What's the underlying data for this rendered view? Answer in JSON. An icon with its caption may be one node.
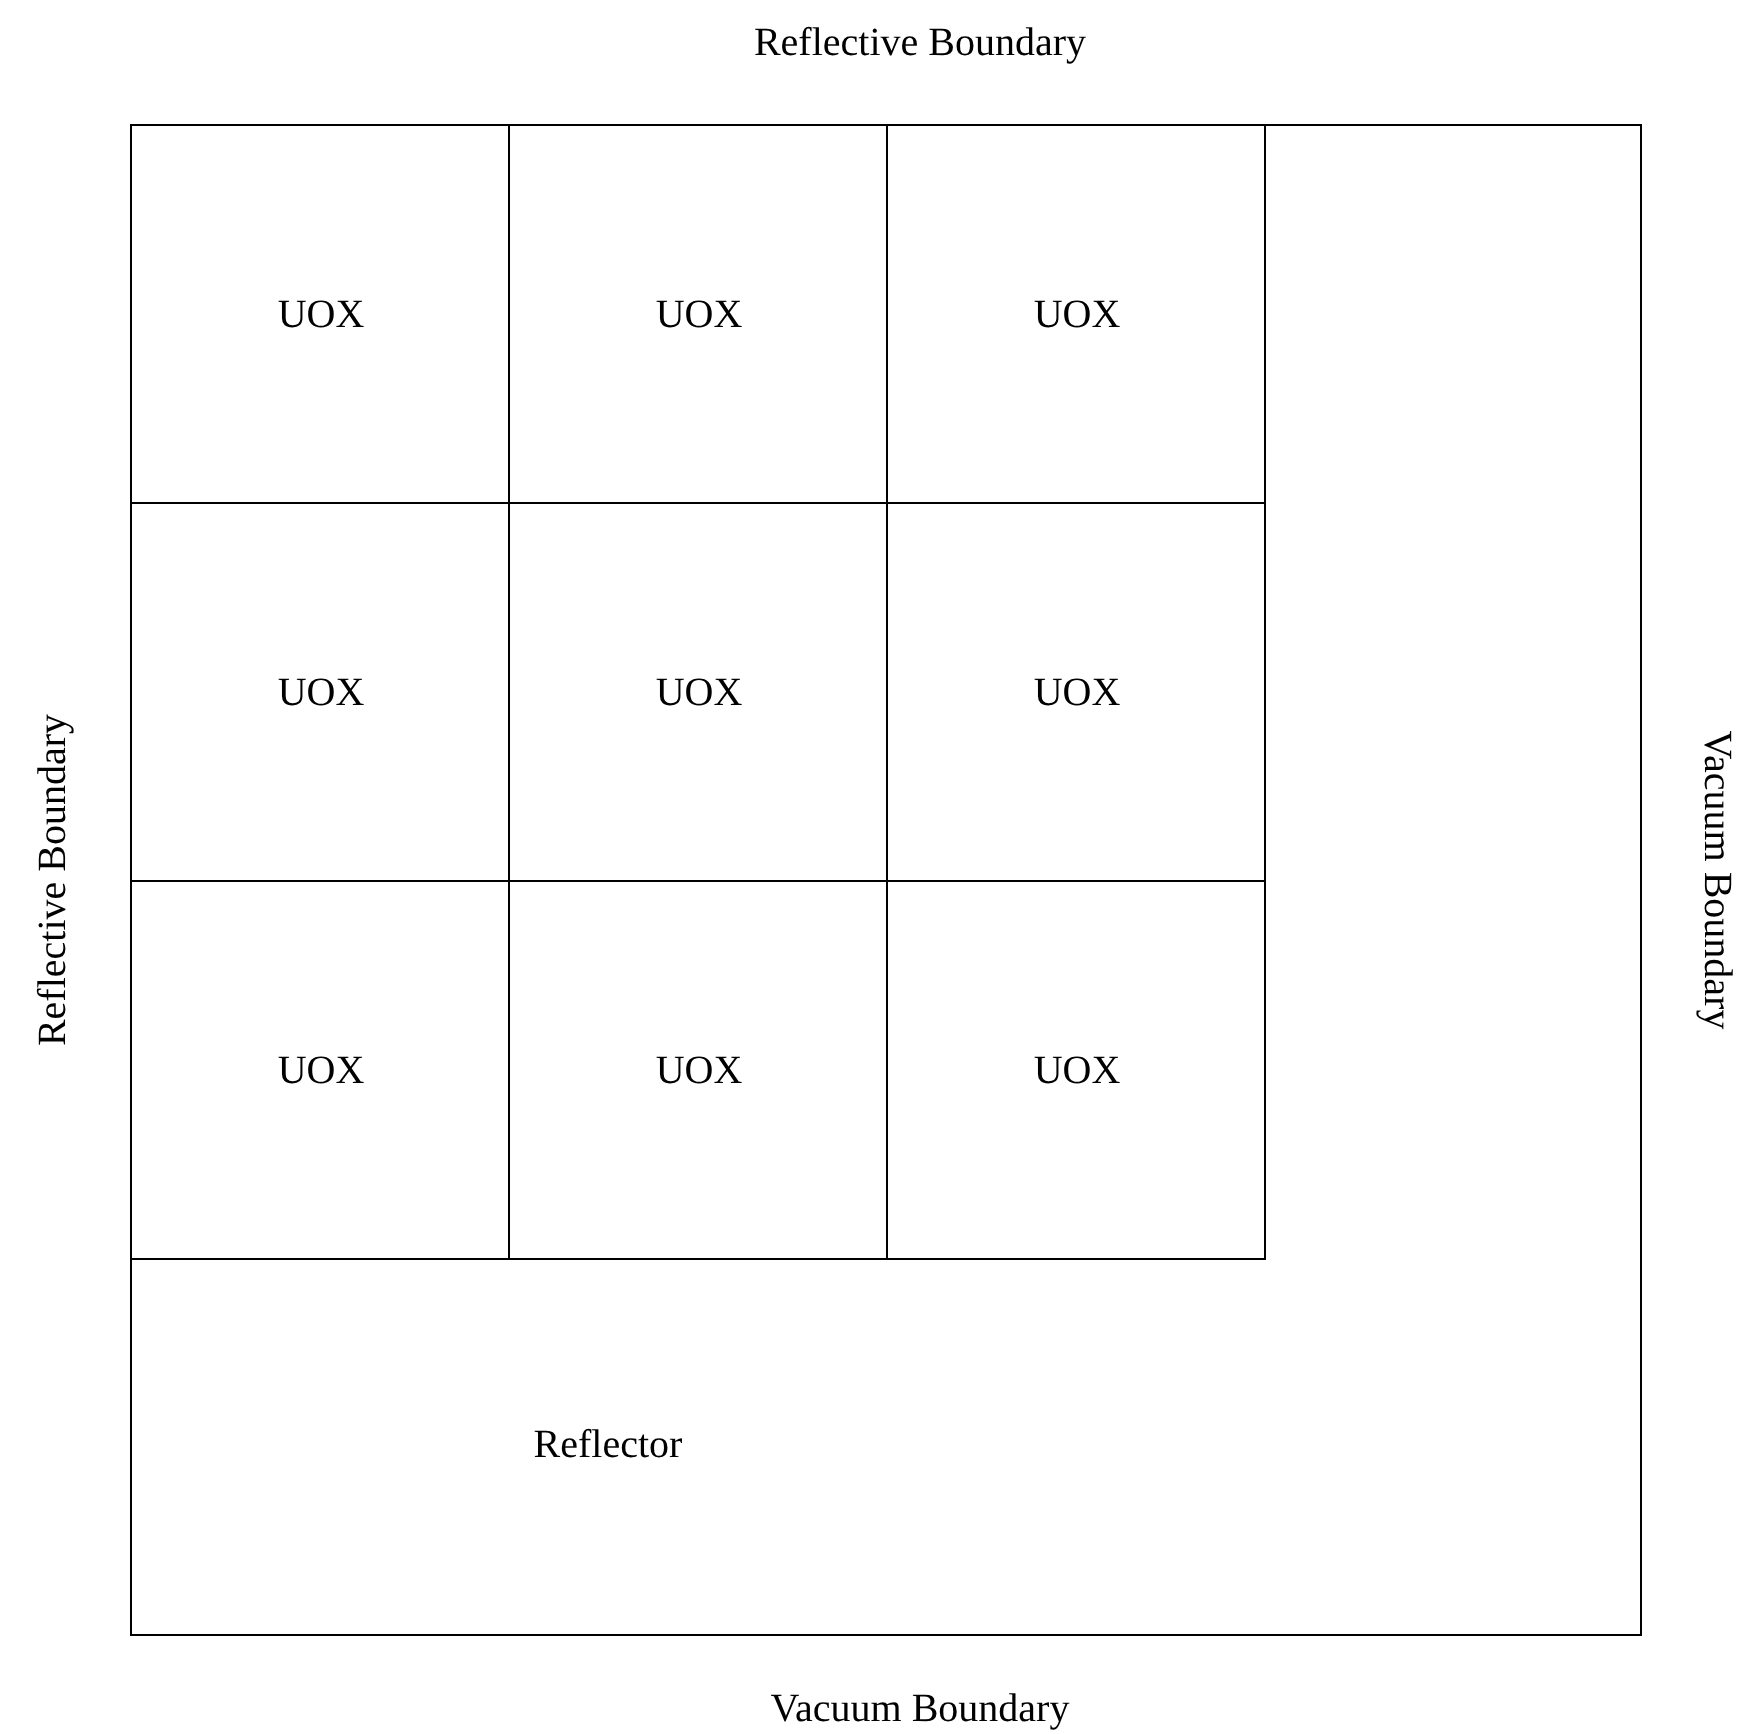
{
  "diagram": {
    "nodes": [
      {
        "text": [
          "Reflector"
        ]
      },
      {
        "text": [
          "UOX"
        ],
        "in": 0
      },
      {
        "text": [
          "UOX"
        ],
        "in": 0
      },
      {
        "text": [
          "UOX"
        ],
        "in": 0
      },
      {
        "text": [
          "UOX"
        ],
        "in": 0
      },
      {
        "text": [
          "UOX"
        ],
        "in": 0
      },
      {
        "text": [
          "UOX"
        ],
        "in": 0
      },
      {
        "text": [
          "UOX"
        ],
        "in": 0
      },
      {
        "text": [
          "UOX"
        ],
        "in": 0
      },
      {
        "text": [
          "UOX"
        ],
        "in": 0
      }
    ],
    "labels": [
      "Reflective Boundary",
      "Reflective Boundary",
      "Vacuum Boundary",
      "Vacuum Boundary"
    ]
  }
}
